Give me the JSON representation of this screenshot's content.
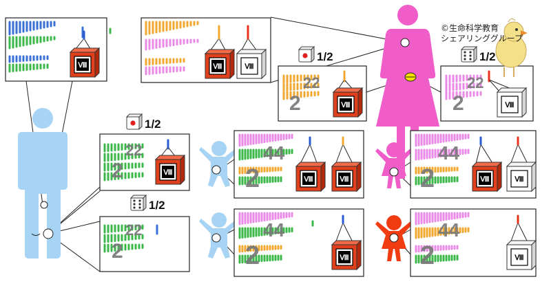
{
  "credit": {
    "line1": "©生命科学教育",
    "line2": "シェアリンググループ"
  },
  "probabilities": {
    "mother_x1": "1/2",
    "mother_x2": "1/2",
    "father_x": "1/2",
    "father_y": "1/2"
  },
  "karyotype": {
    "haploid_count": "22",
    "diploid_count": "44",
    "numeral": "2",
    "x_label": "Ⅷ"
  },
  "colors": {
    "father": "#a7d3f5",
    "mother": "#f05cc8",
    "affected_daughter": "#f03c10",
    "green": "#3cb84a",
    "blue": "#3a6fd8",
    "orange": "#f0a830",
    "pink": "#e88ae6",
    "x_red": "#e8301a",
    "x_blue": "#2a5bd0",
    "box_red": "#e0401c"
  },
  "icons": [
    "die-one-icon",
    "die-six-icon",
    "x-chromosome-box-icon"
  ]
}
